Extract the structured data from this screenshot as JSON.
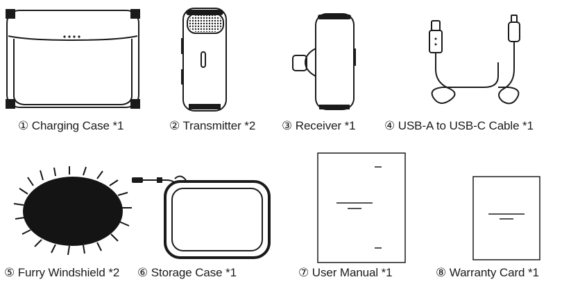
{
  "items": [
    {
      "label": "① Charging Case *1"
    },
    {
      "label": "② Transmitter *2"
    },
    {
      "label": "③ Receiver *1"
    },
    {
      "label": "④ USB-A to USB-C Cable *1"
    },
    {
      "label": "⑤ Furry Windshield *2"
    },
    {
      "label": "⑥ Storage Case *1"
    },
    {
      "label": "⑦ User Manual *1"
    },
    {
      "label": "⑧ Warranty Card *1"
    }
  ],
  "colors": {
    "line": "#1a1a1a",
    "fill": "#ffffff",
    "fur": "#141414"
  }
}
